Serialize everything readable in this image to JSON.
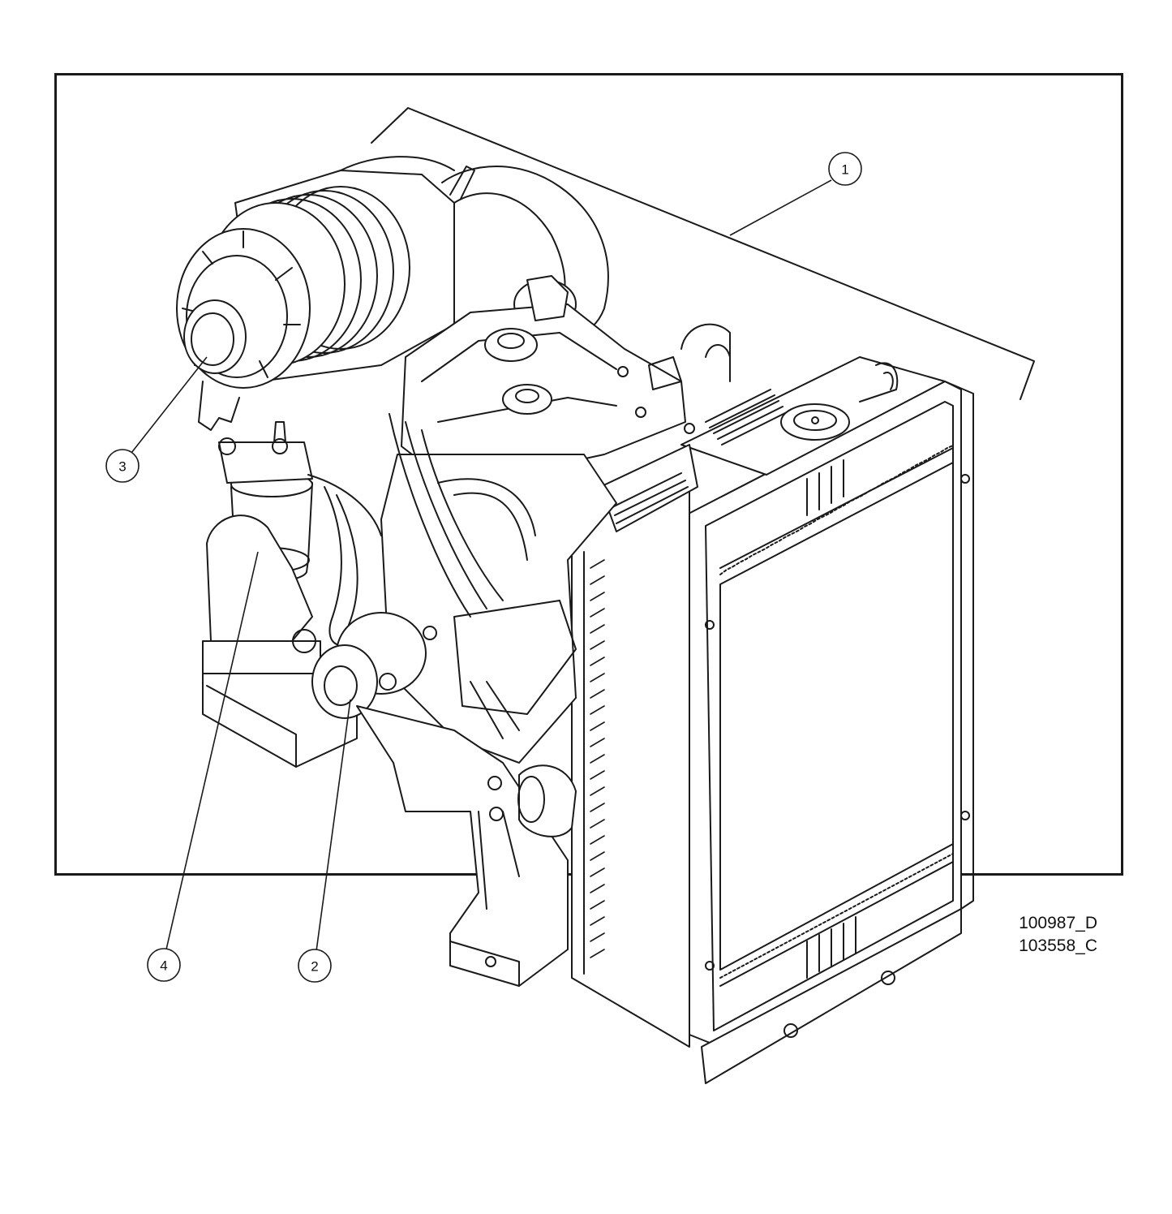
{
  "callouts": [
    {
      "id": "1",
      "label": "1"
    },
    {
      "id": "2",
      "label": "2"
    },
    {
      "id": "3",
      "label": "3"
    },
    {
      "id": "4",
      "label": "4"
    }
  ],
  "drawing_refs": [
    "100987_D",
    "103558_C"
  ]
}
